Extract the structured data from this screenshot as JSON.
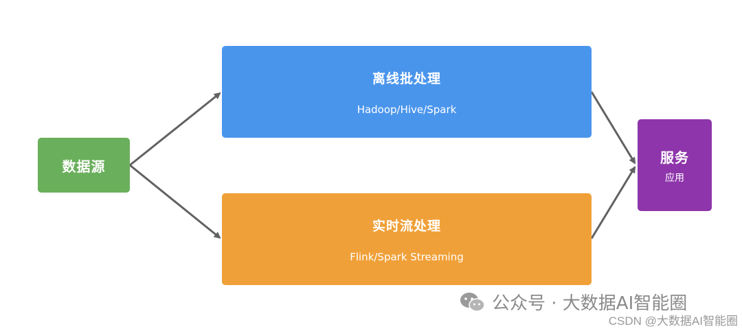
{
  "colors": {
    "source": "#6aaf5b",
    "batch": "#4a95ec",
    "stream": "#f0a038",
    "service": "#8e35ab",
    "arrow": "#616161"
  },
  "nodes": {
    "source": {
      "title": "数据源"
    },
    "batch": {
      "title": "离线批处理",
      "sub": "Hadoop/Hive/Spark"
    },
    "stream": {
      "title": "实时流处理",
      "sub": "Flink/Spark Streaming"
    },
    "service": {
      "title": "服务",
      "sub": "应用"
    }
  },
  "watermark": {
    "icon": "wechat-icon",
    "text": "公众号 · 大数据AI智能圈"
  },
  "credit": "CSDN @大数据AI智能圈"
}
